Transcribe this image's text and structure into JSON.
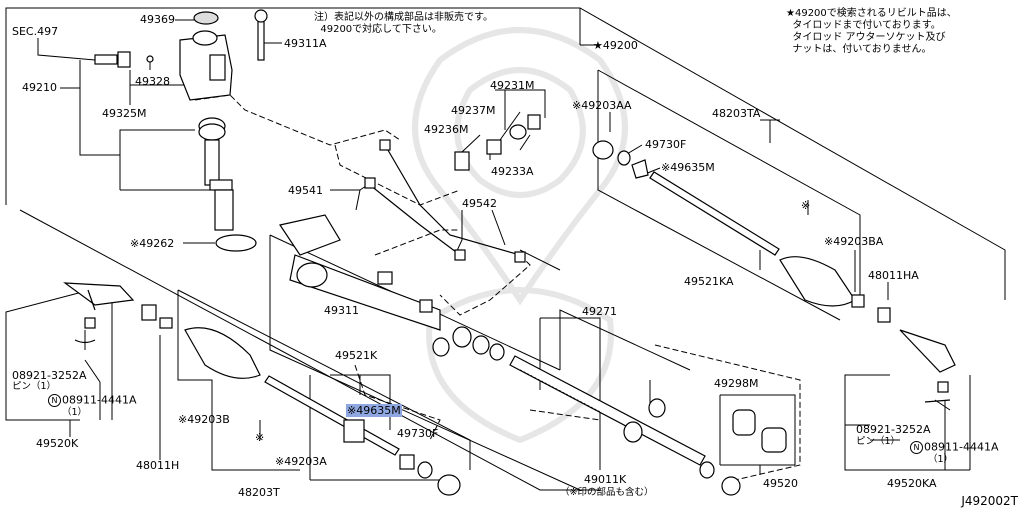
{
  "diagram_id": "J492002T",
  "notes": {
    "top_center": "注）表記以外の構成部品は非販売です。\n  49200で対応して下さい。",
    "top_right": "★49200で検索されるリビルト品は、\n  タイロッドまで付いております。\n  タイロッド アウターソケット及び\n  ナットは、付いておりません。"
  },
  "labels": {
    "sec497": "SEC.497",
    "p49369": "49369",
    "p49311A": "49311A",
    "p49210": "49210",
    "p49328": "49328",
    "p49325M": "49325M",
    "p49231M": "49231M",
    "p49237M": "49237M",
    "p49236M": "49236M",
    "p49233A": "49233A",
    "p49541": "49541",
    "p49542": "49542",
    "p49262": "※49262",
    "p49200": "★49200",
    "p49203AA": "※49203AA",
    "p48203TA": "48203TA",
    "p49730F_r": "49730F",
    "p49635M_r": "※49635M",
    "p49203BA": "※49203BA",
    "p49521KA": "49521KA",
    "p48011HA": "48011HA",
    "p49311": "49311",
    "p49521K": "49521K",
    "p49635M_l": "※49635M",
    "p49730F_l": "49730F",
    "p49271": "49271",
    "p49298M": "49298M",
    "p49011K": "49011K",
    "p49011K_note": "（※印の部品も含む）",
    "p49520": "49520",
    "p08921_l": "08921-3252A",
    "pin_l": "ピン（1）",
    "p08911_l": "08911-4441A",
    "qty_l": "（1）",
    "p49520K": "49520K",
    "p49203B": "※49203B",
    "p48011H": "48011H",
    "p49203A": "※49203A",
    "p48203T": "48203T",
    "p08921_r": "08921-3252A",
    "pin_r": "ピン（1）",
    "p08911_r": "08911-4441A",
    "qty_r": "（1）",
    "p49520KA": "49520KA",
    "star_mark": "※",
    "n_circle": "N"
  }
}
